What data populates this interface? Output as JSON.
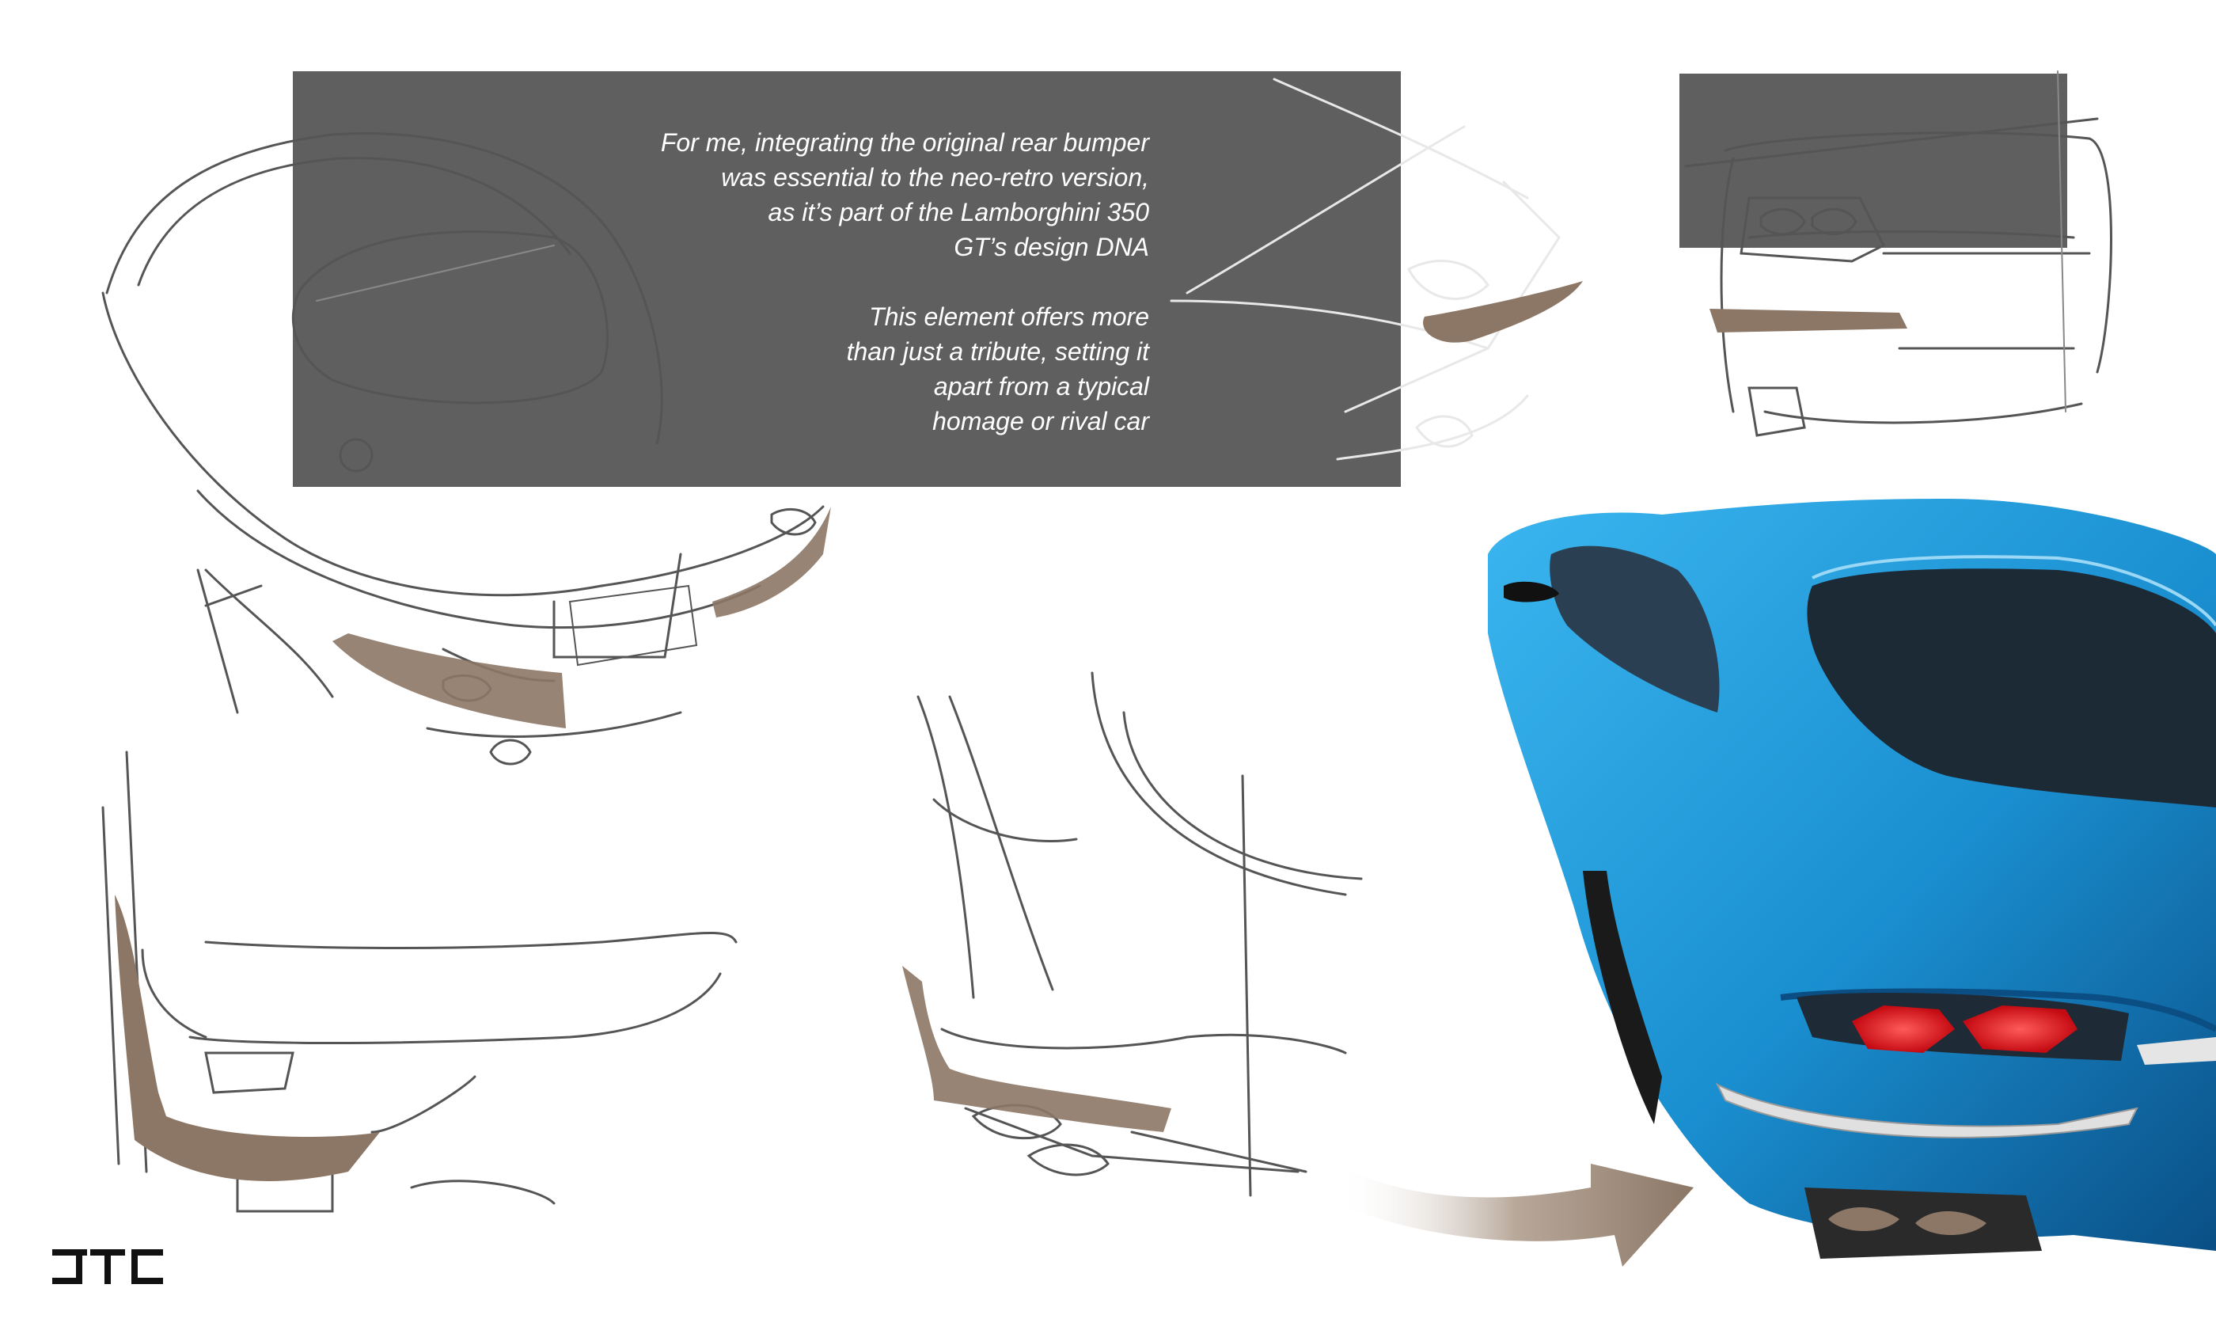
{
  "text": {
    "paragraph1": [
      "For me, integrating the original rear bumper",
      "was essential to the neo-retro version,",
      "as it’s part of the Lamborghini 350",
      "GT’s design DNA"
    ],
    "paragraph2": [
      "This element offers more",
      "than just a tribute, setting it",
      "apart from a typical",
      "homage or rival car"
    ]
  },
  "logo": {
    "text": "JTC"
  },
  "colors": {
    "panel_gray": "#5f5f5f",
    "bumper_tan": "#8c7766",
    "car_blue": "#1a8fd0",
    "taillight_red": "#e3141f"
  }
}
